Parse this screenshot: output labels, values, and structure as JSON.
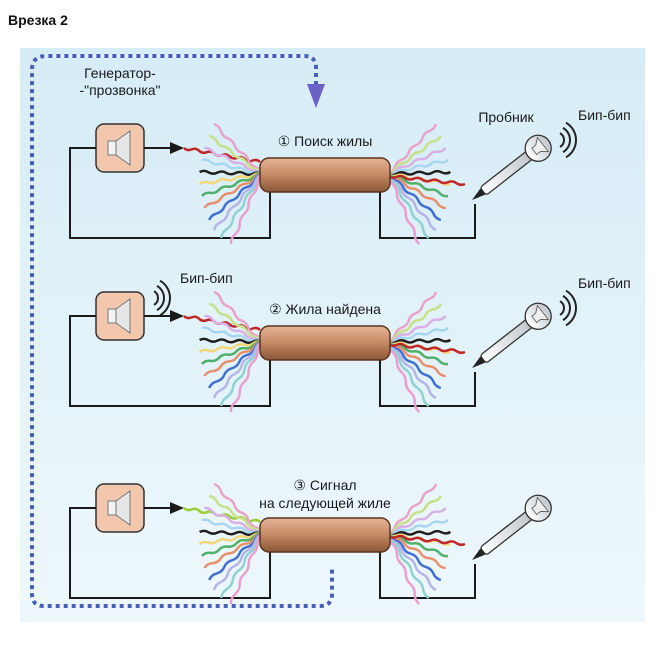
{
  "caption": "Врезка 2",
  "colors": {
    "background_top": "#d6ecf6",
    "background_bottom": "#eef8fc",
    "cable": "#c88e68",
    "speaker_box": "#f2c7ad",
    "dotted_path": "#4a5fb8",
    "wire_signal_red": "#c0282a",
    "wire_signal_green": "#9acd32"
  },
  "generator_label": [
    "Генератор-",
    "-\"прозвонка\""
  ],
  "probe_label": "Пробник",
  "steps": [
    {
      "title": [
        "① Поиск жилы"
      ],
      "gen_sound": "",
      "probe_sound": "Бип-бип"
    },
    {
      "title": [
        "② Жила найдена"
      ],
      "gen_sound": "Бип-бип",
      "probe_sound": "Бип-бип"
    },
    {
      "title": [
        "③ Сигнал",
        "на следующей жиле"
      ],
      "gen_sound": "",
      "probe_sound": ""
    }
  ],
  "icons": [
    "speaker-icon",
    "probe-icon",
    "sound-waves-icon",
    "arrow-down-icon"
  ]
}
